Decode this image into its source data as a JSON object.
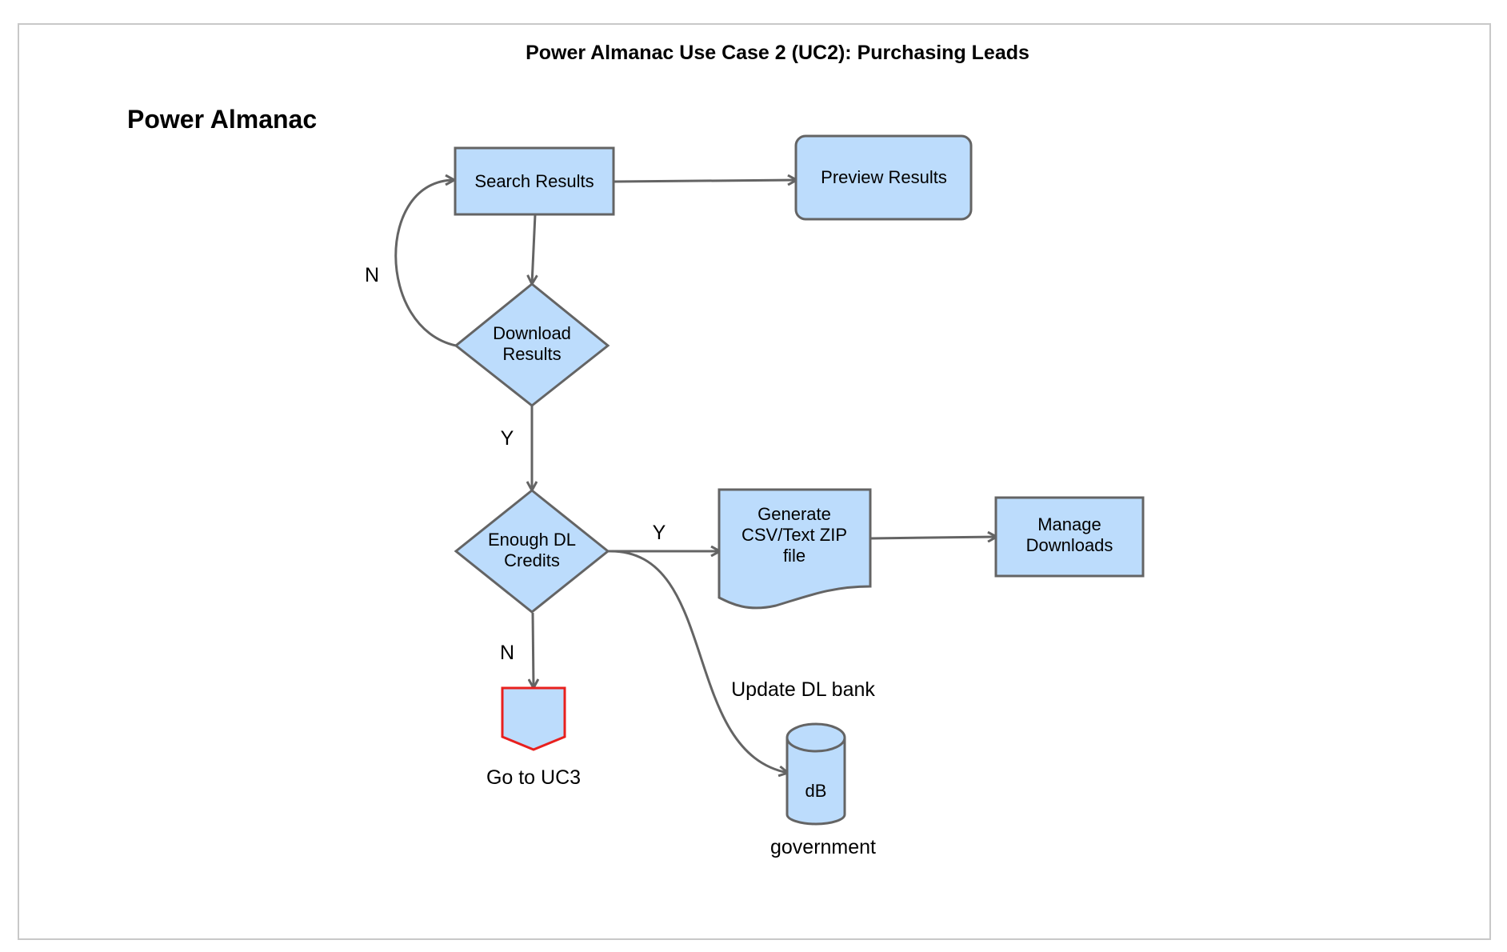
{
  "diagram": {
    "title": "Power Almanac Use Case 2 (UC2): Purchasing Leads",
    "lane_label": "Power Almanac",
    "nodes": {
      "search_results": "Search Results",
      "preview_results": "Preview Results",
      "download_results": [
        "Download",
        "Results"
      ],
      "enough_credits": [
        "Enough DL",
        "Credits"
      ],
      "generate_file": [
        "Generate",
        "CSV/Text ZIP",
        "file"
      ],
      "manage_downloads": [
        "Manage",
        "Downloads"
      ],
      "go_to_uc3": "Go to UC3",
      "database": "dB",
      "database_label": "government"
    },
    "edge_labels": {
      "download_no": "N",
      "download_yes": "Y",
      "credits_yes": "Y",
      "credits_no": "N",
      "update_bank": "Update DL bank"
    },
    "colors": {
      "node_fill": "#bcdcfc",
      "node_stroke": "#646464",
      "offpage_stroke": "#e8201e",
      "frame": "#c8c8c8"
    }
  }
}
